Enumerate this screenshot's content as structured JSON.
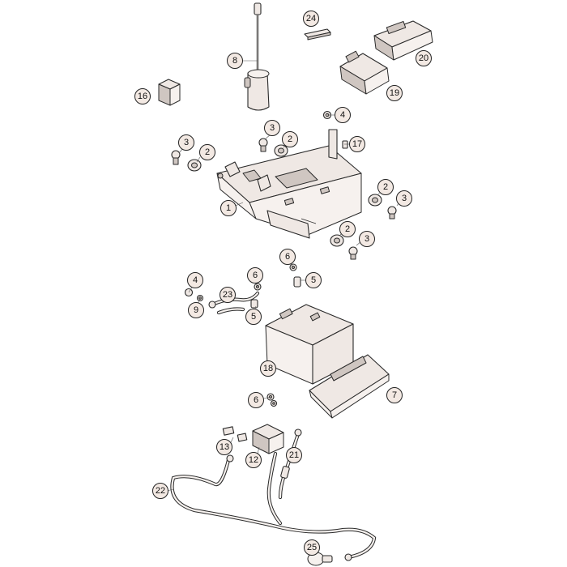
{
  "callouts": [
    {
      "id": "c1",
      "label": "1"
    },
    {
      "id": "c2a",
      "label": "2"
    },
    {
      "id": "c2b",
      "label": "2"
    },
    {
      "id": "c2c",
      "label": "2"
    },
    {
      "id": "c2d",
      "label": "2"
    },
    {
      "id": "c3a",
      "label": "3"
    },
    {
      "id": "c3b",
      "label": "3"
    },
    {
      "id": "c3c",
      "label": "3"
    },
    {
      "id": "c3d",
      "label": "3"
    },
    {
      "id": "c4a",
      "label": "4"
    },
    {
      "id": "c4b",
      "label": "4"
    },
    {
      "id": "c5a",
      "label": "5"
    },
    {
      "id": "c5b",
      "label": "5"
    },
    {
      "id": "c6a",
      "label": "6"
    },
    {
      "id": "c6b",
      "label": "6"
    },
    {
      "id": "c6c",
      "label": "6"
    },
    {
      "id": "c7",
      "label": "7"
    },
    {
      "id": "c8",
      "label": "8"
    },
    {
      "id": "c9",
      "label": "9"
    },
    {
      "id": "c12",
      "label": "12"
    },
    {
      "id": "c13",
      "label": "13"
    },
    {
      "id": "c16",
      "label": "16"
    },
    {
      "id": "c17",
      "label": "17"
    },
    {
      "id": "c18",
      "label": "18"
    },
    {
      "id": "c19",
      "label": "19"
    },
    {
      "id": "c20",
      "label": "20"
    },
    {
      "id": "c21",
      "label": "21"
    },
    {
      "id": "c22",
      "label": "22"
    },
    {
      "id": "c23",
      "label": "23"
    },
    {
      "id": "c24",
      "label": "24"
    },
    {
      "id": "c25",
      "label": "25"
    }
  ]
}
